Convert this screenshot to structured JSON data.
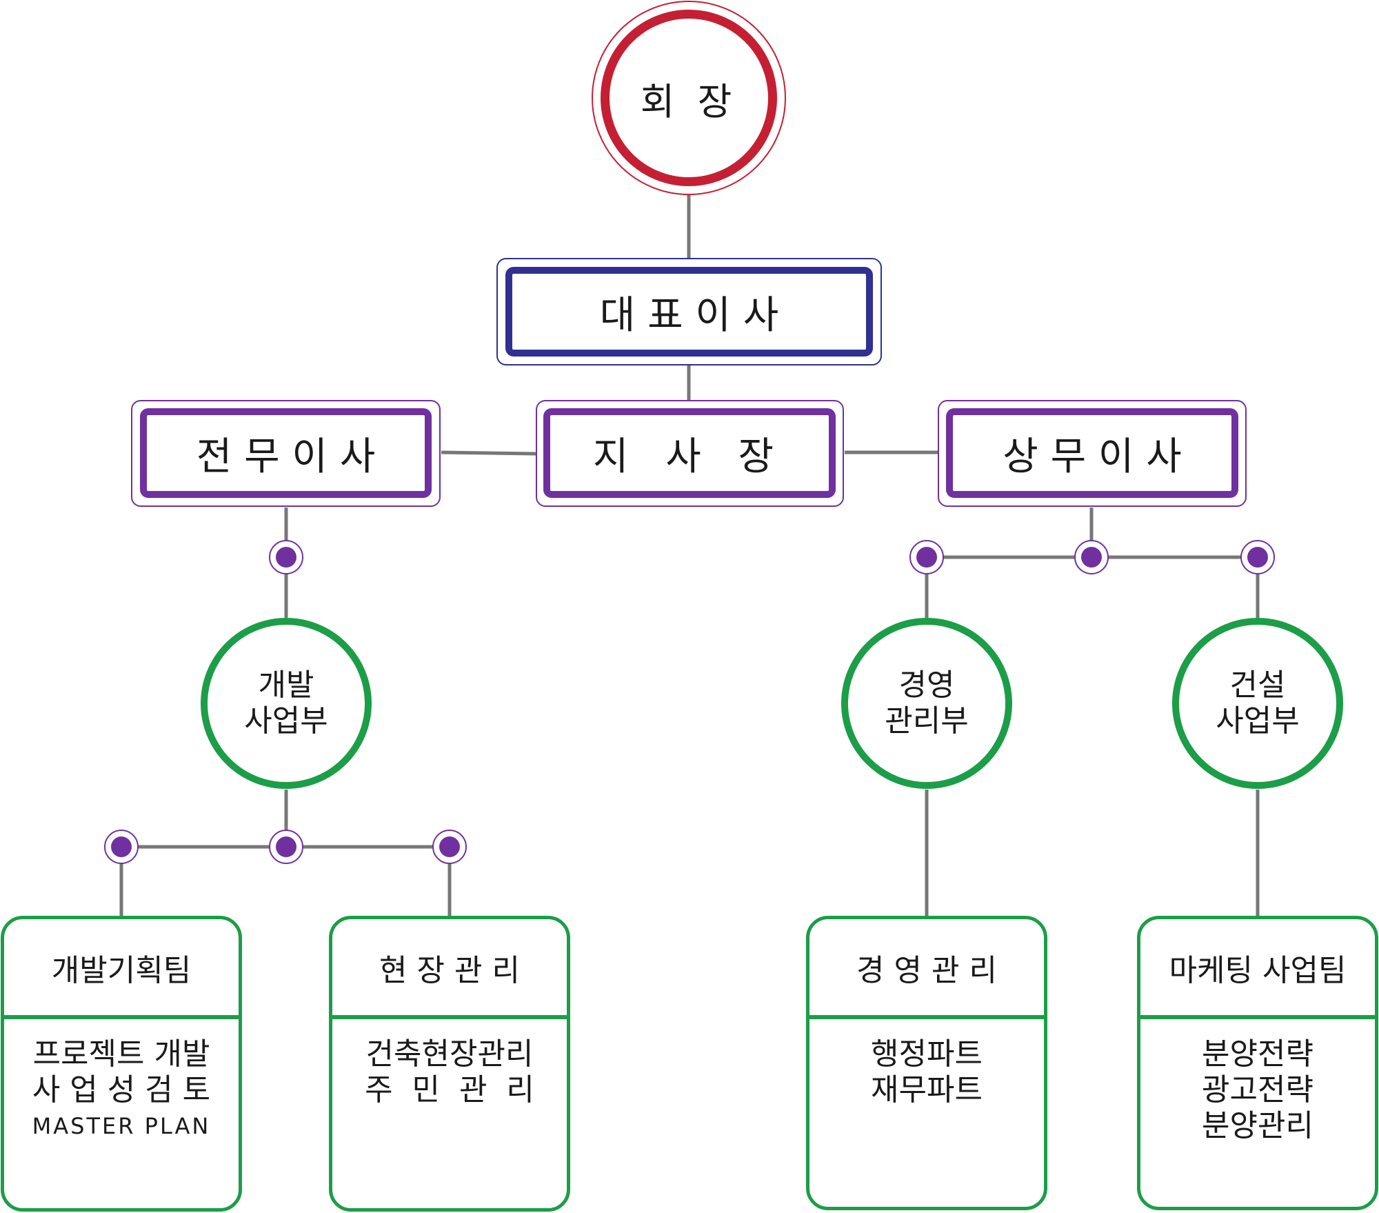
{
  "chairman": "회 장",
  "ceo": "대 표 이 사",
  "executives": {
    "left": "전 무 이 사",
    "center": "지 사 장",
    "right": "상 무 이 사"
  },
  "divisions": {
    "development": [
      "개발",
      "사업부"
    ],
    "management": [
      "경영",
      "관리부"
    ],
    "construction": [
      "건설",
      "사업부"
    ]
  },
  "teams": {
    "dev_planning": {
      "title": "개발기획팀",
      "lines": [
        "프로젝트 개발",
        "사 업 성 검 토"
      ],
      "sub": "MASTER PLAN"
    },
    "site_mgmt": {
      "title": "현 장 관 리",
      "lines": [
        "건축현장관리",
        "주  민  관  리"
      ]
    },
    "biz_mgmt": {
      "title": "경 영 관 리",
      "lines": [
        "행정파트",
        "재무파트"
      ]
    },
    "marketing": {
      "title": "마케팅 사업팀",
      "lines": [
        "분양전략",
        "광고전략",
        "분양관리"
      ]
    }
  },
  "colors": {
    "chairman_red": "#c51f33",
    "ceo_navy": "#2e3192",
    "executive_purple": "#7030a0",
    "division_green": "#1b9e47",
    "connector_gray": "#777777"
  },
  "icons": [
    "junction-dot-icon"
  ]
}
